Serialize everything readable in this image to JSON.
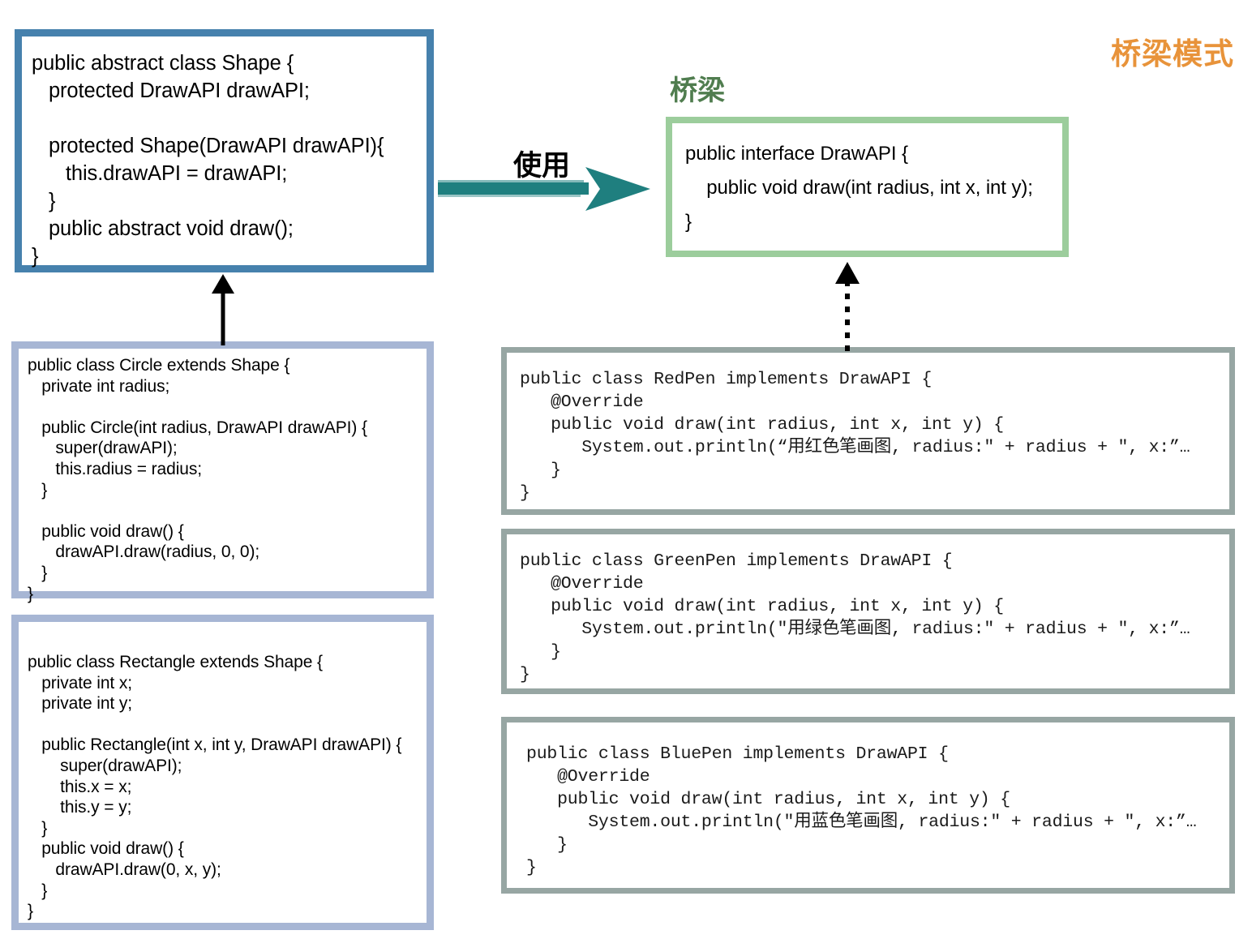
{
  "diagram": {
    "title": "桥梁模式",
    "bridge_label": "桥梁",
    "uses_label": "使用",
    "colors": {
      "title": "#e8933a",
      "bridge_label": "#507d4f",
      "shape_border": "#4681ad",
      "subclass_border": "#a7b6d4",
      "interface_border": "#9ccd9c",
      "impl_border": "#97a6a3",
      "uses_arrow": "#1f7f7f"
    }
  },
  "boxes": {
    "shape": {
      "name": "Shape",
      "code": "public abstract class Shape {\n   protected DrawAPI drawAPI;\n\n   protected Shape(DrawAPI drawAPI){\n      this.drawAPI = drawAPI;\n   }\n   public abstract void draw();\n}"
    },
    "circle": {
      "name": "Circle",
      "code": "public class Circle extends Shape {\n   private int radius;\n\n   public Circle(int radius, DrawAPI drawAPI) {\n      super(drawAPI);\n      this.radius = radius;\n   }\n\n   public void draw() {\n      drawAPI.draw(radius, 0, 0);\n   }\n}"
    },
    "rectangle": {
      "name": "Rectangle",
      "code": "public class Rectangle extends Shape {\n   private int x;\n   private int y;\n\n   public Rectangle(int x, int y, DrawAPI drawAPI) {\n       super(drawAPI);\n       this.x = x;\n       this.y = y;\n   }\n   public void draw() {\n      drawAPI.draw(0, x, y);\n   }\n}"
    },
    "drawapi": {
      "name": "DrawAPI",
      "code": "public interface DrawAPI {\n    public void draw(int radius, int x, int y);\n}"
    },
    "redpen": {
      "name": "RedPen",
      "code": "public class RedPen implements DrawAPI {\n   @Override\n   public void draw(int radius, int x, int y) {\n      System.out.println(“用红色笔画图, radius:\" + radius + \", x:”…\n   }\n}"
    },
    "greenpen": {
      "name": "GreenPen",
      "code": "public class GreenPen implements DrawAPI {\n   @Override\n   public void draw(int radius, int x, int y) {\n      System.out.println(\"用绿色笔画图, radius:\" + radius + \", x:”…\n   }\n}"
    },
    "bluepen": {
      "name": "BluePen",
      "code": "public class BluePen implements DrawAPI {\n   @Override\n   public void draw(int radius, int x, int y) {\n      System.out.println(\"用蓝色笔画图, radius:\" + radius + \", x:”…\n   }\n}"
    }
  }
}
